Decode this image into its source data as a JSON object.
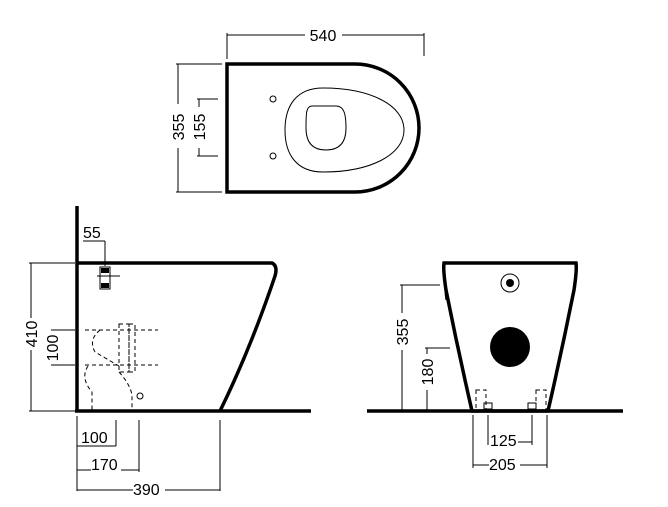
{
  "top_view": {
    "width_label": "540",
    "depth_label": "355",
    "hole_spacing_label": "155"
  },
  "side_view": {
    "inlet_offset_label": "55",
    "height_label": "410",
    "outlet_height_label": "100",
    "floor_outlet_label_1": "100",
    "floor_outlet_label_2": "170",
    "length_label": "390"
  },
  "front_view": {
    "height_label": "355",
    "outlet_height_label": "180",
    "fixing_inner_label": "125",
    "fixing_outer_label": "205"
  },
  "colors": {
    "line": "#000000",
    "background": "#ffffff"
  }
}
